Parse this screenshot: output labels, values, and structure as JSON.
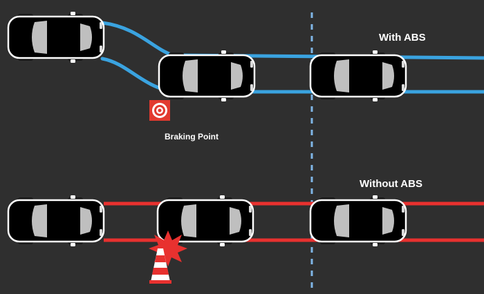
{
  "labels": {
    "with_abs": "With ABS",
    "without_abs": "Without ABS",
    "braking_point": "Braking Point"
  },
  "colors": {
    "background": "#2f2f2f",
    "abs_trail": "#3aa3e0",
    "no_abs_trail": "#e8312f",
    "abs_car_body": "#b9c6cc",
    "no_abs_car_body": "#f2d2a6",
    "divider": "#7fb6e6",
    "target_bg": "#e23a2f"
  },
  "icons": {
    "braking_point": "target-icon",
    "cone": "traffic-cone-icon",
    "impact": "impact-burst-icon"
  }
}
